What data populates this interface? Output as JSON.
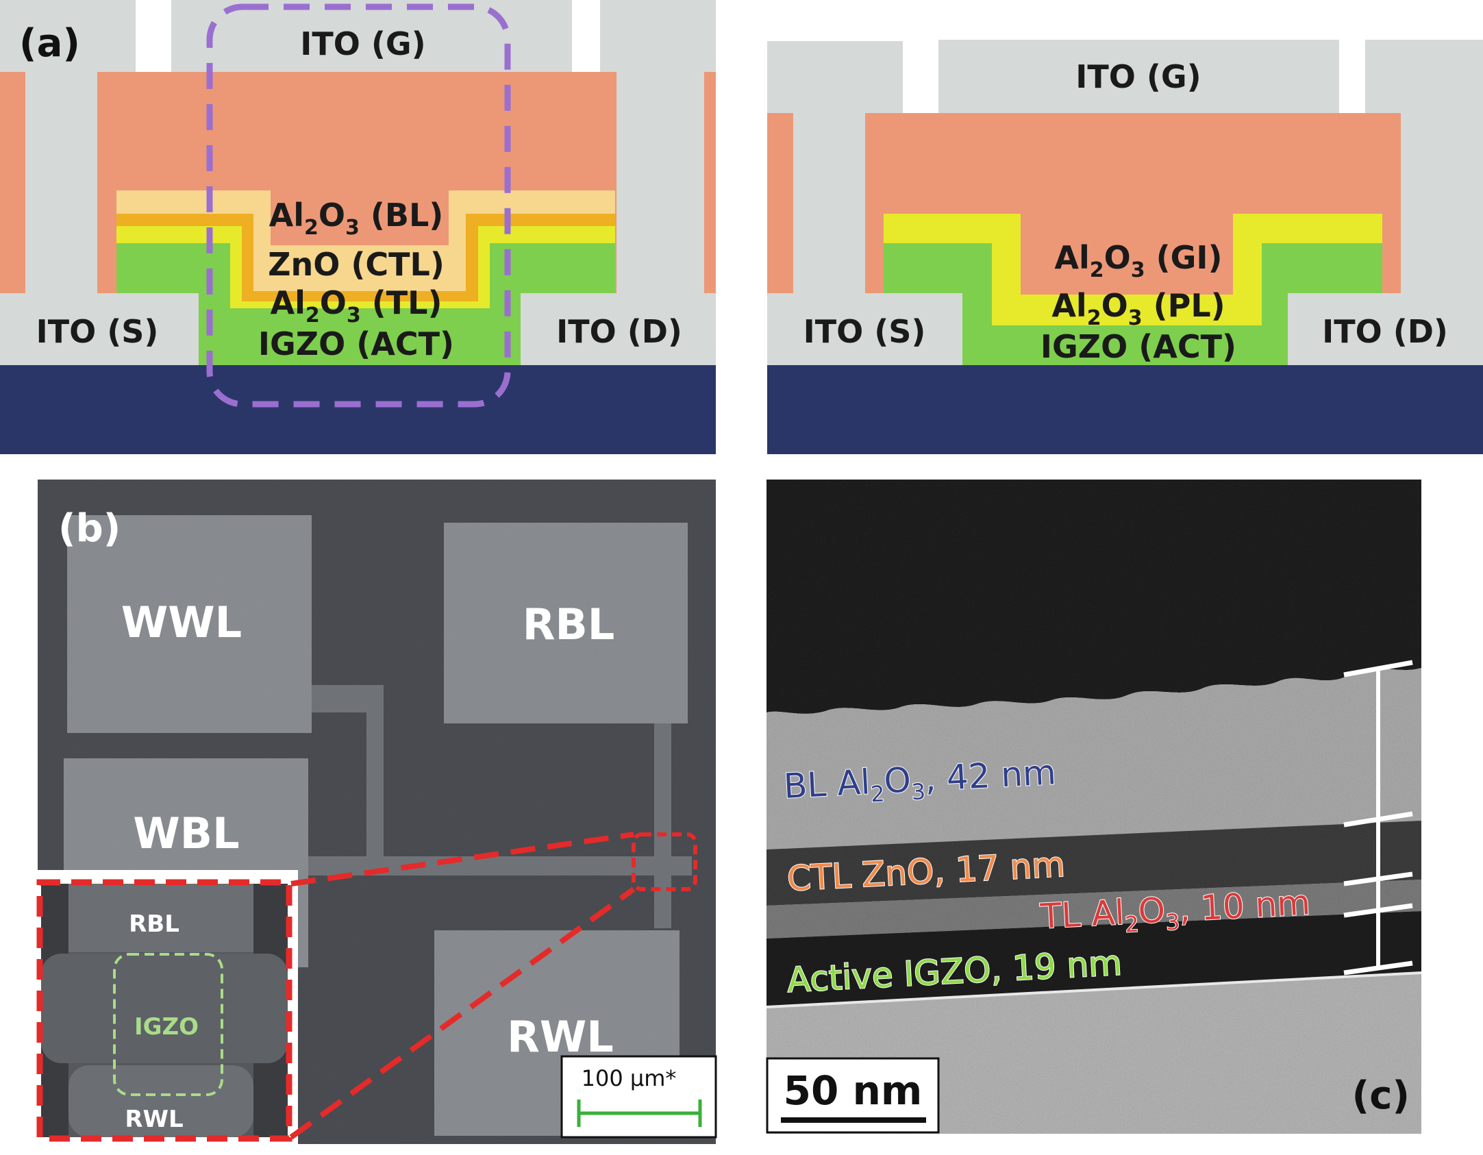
{
  "panel_a": {
    "label": "(a)",
    "left": {
      "gate": "ITO (G)",
      "source": "ITO (S)",
      "drain": "ITO (D)",
      "bl": {
        "pre": "Al",
        "sub1": "2",
        "mid": "O",
        "sub2": "3",
        "post": " (BL)"
      },
      "ctl": "ZnO (CTL)",
      "tl": {
        "pre": "Al",
        "sub1": "2",
        "mid": "O",
        "sub2": "3",
        "post": " (TL)"
      },
      "act": "IGZO (ACT)"
    },
    "right": {
      "gate": "ITO (G)",
      "source": "ITO (S)",
      "drain": "ITO (D)",
      "gi": {
        "pre": "Al",
        "sub1": "2",
        "mid": "O",
        "sub2": "3",
        "post": " (GI)"
      },
      "pl": {
        "pre": "Al",
        "sub1": "2",
        "mid": "O",
        "sub2": "3",
        "post": " (PL)"
      },
      "act": "IGZO (ACT)"
    }
  },
  "panel_b": {
    "label": "(b)",
    "pads": {
      "wwl": "WWL",
      "rbl": "RBL",
      "wbl": "WBL",
      "rwl": "RWL"
    },
    "inset": {
      "rbl": "RBL",
      "igzo": "IGZO",
      "rwl": "RWL"
    },
    "scale_bar": "100 μm*"
  },
  "panel_c": {
    "label": "(c)",
    "layers": {
      "bl": {
        "pre": "BL Al",
        "sub1": "2",
        "mid": "O",
        "sub2": "3",
        "post": ", 42 nm"
      },
      "ctl": "CTL ZnO, 17 nm",
      "tl": {
        "pre": "TL Al",
        "sub1": "2",
        "mid": "O",
        "sub2": "3",
        "post": ", 10 nm"
      },
      "act": "Active IGZO, 19 nm"
    },
    "scale_bar": "50 nm"
  },
  "colors": {
    "ito": "#d5d9d8",
    "oxide_salmon": "#ec9877",
    "bl_light": "#f7d68e",
    "tl_orange": "#eeaf22",
    "yellow": "#e6ea2a",
    "igzo_green": "#7ecf4d",
    "substrate_navy": "#2b3668",
    "purple_dash": "#9a6fd0",
    "red_dash": "#e52a2a",
    "label_bl": "#2f3f8a",
    "label_ctl": "#f08a4a",
    "label_tl": "#d93a3a",
    "label_act": "#8fd94a",
    "inset_green": "#a9dc88"
  }
}
